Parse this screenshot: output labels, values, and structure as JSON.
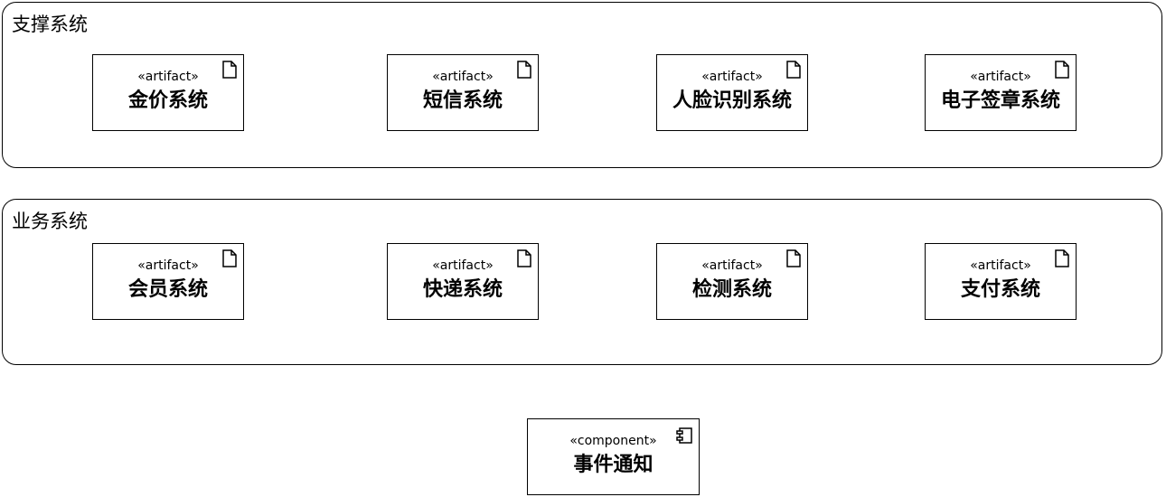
{
  "groups": [
    {
      "title": "支撑系统",
      "items": [
        {
          "stereotype": "«artifact»",
          "label": "金价系统",
          "icon": "document-icon"
        },
        {
          "stereotype": "«artifact»",
          "label": "短信系统",
          "icon": "document-icon"
        },
        {
          "stereotype": "«artifact»",
          "label": "人脸识别系统",
          "icon": "document-icon"
        },
        {
          "stereotype": "«artifact»",
          "label": "电子签章系统",
          "icon": "document-icon"
        }
      ]
    },
    {
      "title": "业务系统",
      "items": [
        {
          "stereotype": "«artifact»",
          "label": "会员系统",
          "icon": "document-icon"
        },
        {
          "stereotype": "«artifact»",
          "label": "快递系统",
          "icon": "document-icon"
        },
        {
          "stereotype": "«artifact»",
          "label": "检测系统",
          "icon": "document-icon"
        },
        {
          "stereotype": "«artifact»",
          "label": "支付系统",
          "icon": "document-icon"
        }
      ]
    }
  ],
  "component": {
    "stereotype": "«component»",
    "label": "事件通知",
    "icon": "component-icon"
  },
  "colors": {
    "stroke": "#000000",
    "background": "#ffffff"
  }
}
